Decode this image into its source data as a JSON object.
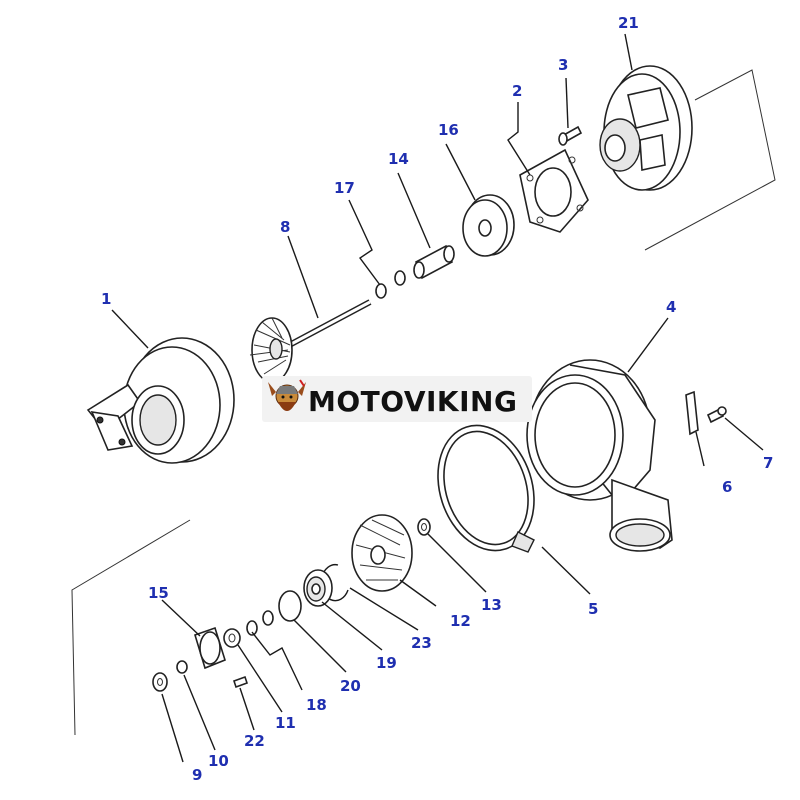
{
  "colors": {
    "callout": "#1f2fb0",
    "line": "#1a1a1a",
    "brand_text": "#111111"
  },
  "brand": {
    "logo_icon": "viking-mascot-icon",
    "name": "MOTOVIKING"
  },
  "callouts": [
    {
      "id": "1",
      "label": "1"
    },
    {
      "id": "2",
      "label": "2"
    },
    {
      "id": "3",
      "label": "3"
    },
    {
      "id": "4",
      "label": "4"
    },
    {
      "id": "5",
      "label": "5"
    },
    {
      "id": "6",
      "label": "6"
    },
    {
      "id": "7",
      "label": "7"
    },
    {
      "id": "8",
      "label": "8"
    },
    {
      "id": "9",
      "label": "9"
    },
    {
      "id": "10",
      "label": "10"
    },
    {
      "id": "11",
      "label": "11"
    },
    {
      "id": "12",
      "label": "12"
    },
    {
      "id": "13",
      "label": "13"
    },
    {
      "id": "14",
      "label": "14"
    },
    {
      "id": "15",
      "label": "15"
    },
    {
      "id": "16",
      "label": "16"
    },
    {
      "id": "17",
      "label": "17"
    },
    {
      "id": "18",
      "label": "18"
    },
    {
      "id": "19",
      "label": "19"
    },
    {
      "id": "20",
      "label": "20"
    },
    {
      "id": "21",
      "label": "21"
    },
    {
      "id": "22",
      "label": "22"
    },
    {
      "id": "23",
      "label": "23"
    }
  ]
}
